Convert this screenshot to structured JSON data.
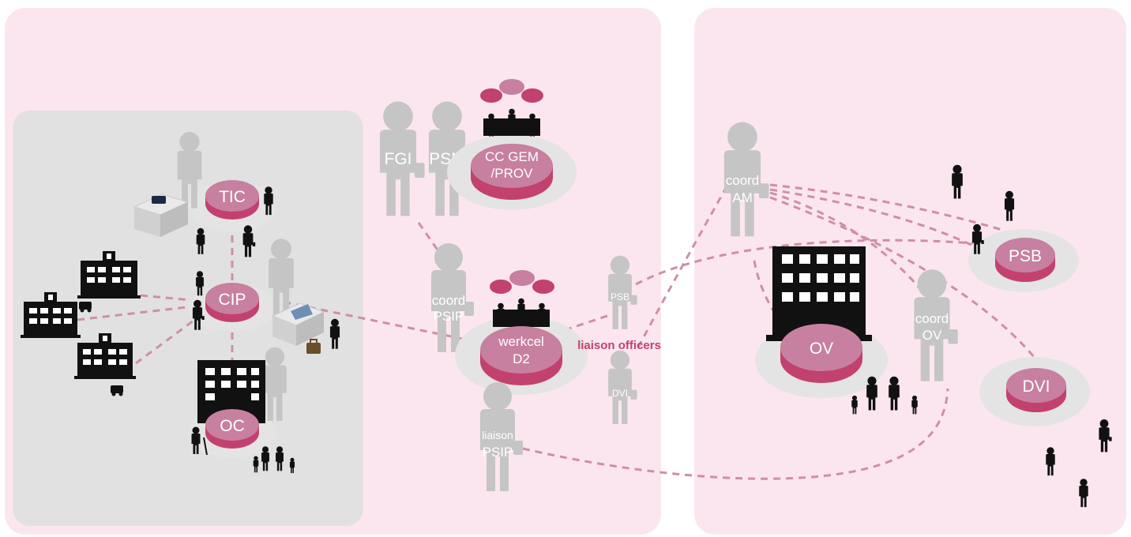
{
  "colors": {
    "panel": "#fbe6ef",
    "inner_panel": "#e1e1e1",
    "disc_top": "#c7809f",
    "disc_side": "#c2416f",
    "shadow": "#e4e4e4",
    "person_grey": "#c5c5c5",
    "dash": "#cf8ea9",
    "black": "#111111",
    "accent_text": "#c2416f"
  },
  "left_area": {
    "tic": {
      "label": "TIC"
    },
    "cip": {
      "label": "CIP"
    },
    "oc": {
      "label": "OC"
    }
  },
  "middle_area": {
    "fgi": {
      "label": "FGI"
    },
    "psm": {
      "label": "PSM"
    },
    "cc": {
      "line1": "CC GEM",
      "line2": "/PROV"
    },
    "coord_psip": {
      "line1": "coord",
      "line2": "PSIP"
    },
    "werkcel": {
      "line1": "werkcel",
      "line2": "D2"
    },
    "liaison_psip": {
      "line1": "liaison",
      "line2": "PSIP"
    },
    "psb_small": {
      "label": "PSB"
    },
    "dvi_small": {
      "label": "DVI"
    },
    "liaison_officers": "liaison officers"
  },
  "right_area": {
    "coord_am": {
      "line1": "coord",
      "line2": "AM"
    },
    "psb": {
      "label": "PSB"
    },
    "ov": {
      "label": "OV"
    },
    "coord_ov": {
      "line1": "coord",
      "line2": "OV"
    },
    "dvi": {
      "label": "DVI"
    }
  },
  "icons": [
    "person-icon",
    "hospital-icon",
    "ambulance-icon",
    "building-icon",
    "desk-phone-icon",
    "desk-laptop-icon",
    "family-icon",
    "elderly-person-icon",
    "meeting-table-icon",
    "speech-bubble-icon",
    "briefcase-icon"
  ]
}
